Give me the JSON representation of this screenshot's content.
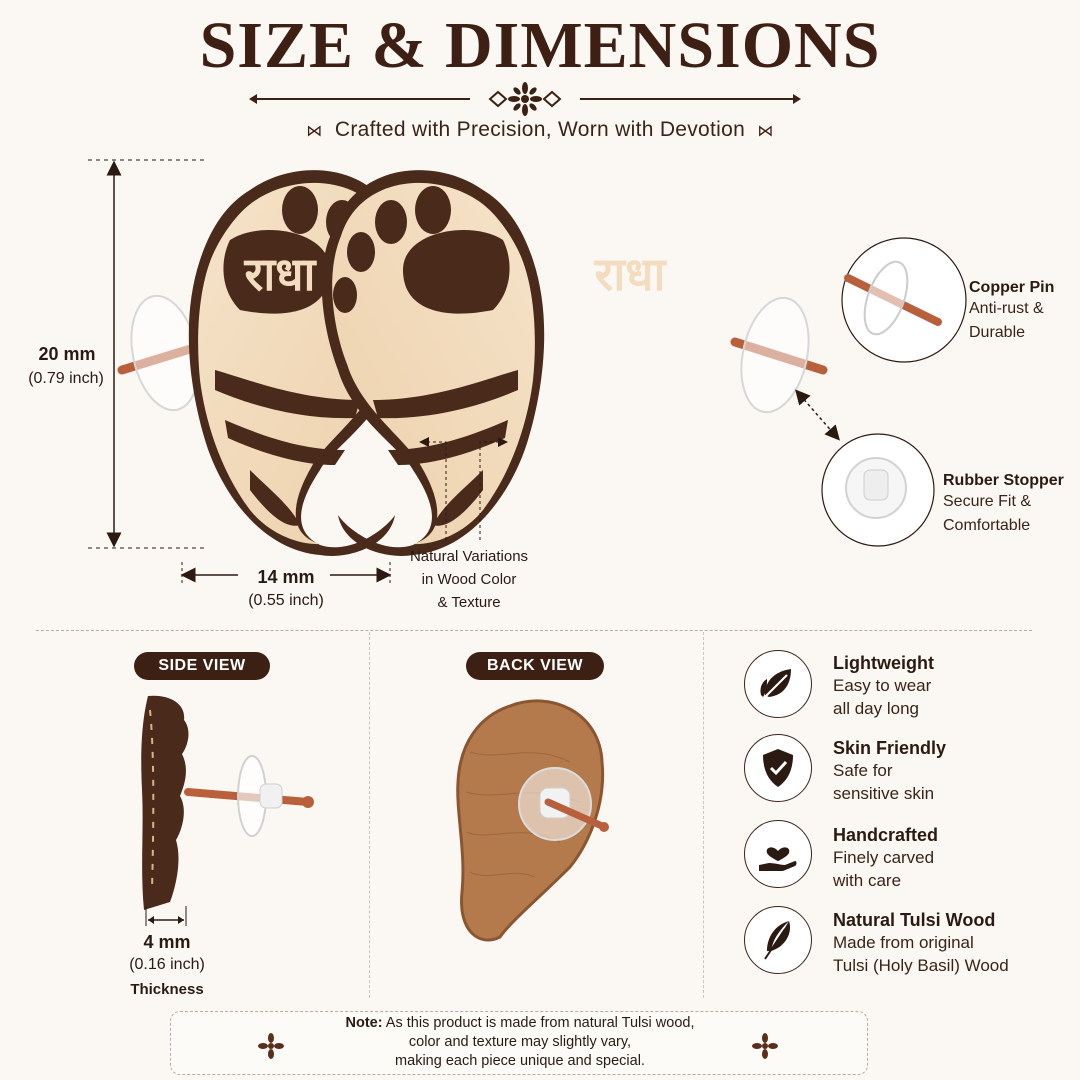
{
  "header": {
    "title": "SIZE & DIMENSIONS",
    "subtitle": "Crafted with Precision, Worn with Devotion"
  },
  "front": {
    "earring_text": "राधा",
    "height_label": "20 mm",
    "height_sub": "(0.79 inch)",
    "width_label": "14 mm",
    "width_sub": "(0.55 inch)",
    "variation_note": [
      "Natural Variations",
      "in Wood Color",
      "& Texture"
    ]
  },
  "callouts": [
    {
      "title": "Copper Pin",
      "lines": [
        "Anti-rust &",
        "Durable"
      ]
    },
    {
      "title": "Rubber Stopper",
      "lines": [
        "Secure Fit &",
        "Comfortable"
      ]
    }
  ],
  "side_view": {
    "label": "SIDE VIEW",
    "thickness_label": "4 mm",
    "thickness_sub": "(0.16 inch)",
    "thickness_caption": "Thickness"
  },
  "back_view": {
    "label": "BACK VIEW"
  },
  "features": [
    {
      "icon": "leaf-icon",
      "title": "Lightweight",
      "lines": [
        "Easy to wear",
        "all day long"
      ]
    },
    {
      "icon": "shield-check-icon",
      "title": "Skin Friendly",
      "lines": [
        "Safe for",
        "sensitive skin"
      ]
    },
    {
      "icon": "heart-hand-icon",
      "title": "Handcrafted",
      "lines": [
        "Finely carved",
        "with care"
      ]
    },
    {
      "icon": "feather-icon",
      "title": "Natural Tulsi Wood",
      "lines": [
        "Made from original",
        "Tulsi (Holy Basil) Wood"
      ]
    }
  ],
  "note": {
    "label": "Note:",
    "text_line1": " As this product is made from natural Tulsi wood,",
    "text_line2": "color and texture may slightly vary,",
    "text_line3": "making each piece unique and special."
  },
  "colors": {
    "dark_brown": "#3d2014",
    "wood_light": "#f3dcbf",
    "wood_dark": "#4a2a1a",
    "copper": "#b8603c",
    "background": "#fbf8f4"
  }
}
